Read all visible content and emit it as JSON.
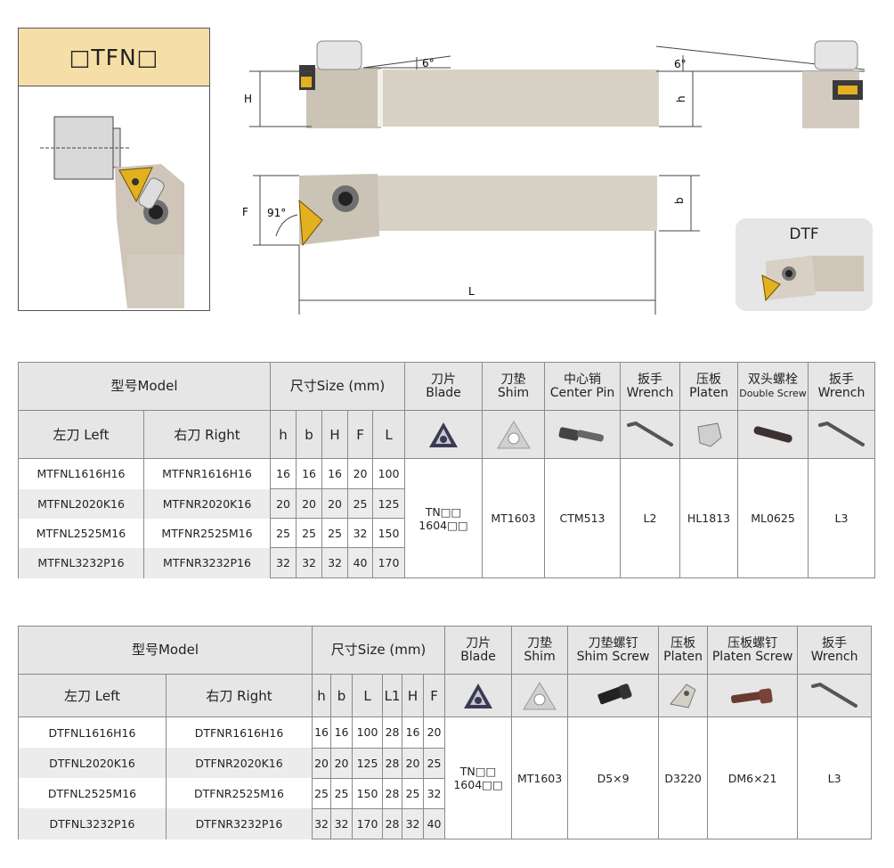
{
  "header": {
    "title": "□TFN□"
  },
  "dims": {
    "H": "H",
    "h": "h",
    "F": "F",
    "b": "b",
    "L": "L",
    "angle_top": "6°",
    "angle_side": "6°",
    "angle_lead": "91°"
  },
  "dtf_card": {
    "label": "DTF"
  },
  "table1": {
    "model_header": "型号Model",
    "size_header": "尺寸Size (mm)",
    "parts": [
      {
        "zh": "刀片",
        "en": "Blade"
      },
      {
        "zh": "刀垫",
        "en": "Shim"
      },
      {
        "zh": "中心销",
        "en": "Center Pin"
      },
      {
        "zh": "扳手",
        "en": "Wrench"
      },
      {
        "zh": "压板",
        "en": "Platen"
      },
      {
        "zh": "双头螺栓",
        "en": "Double Screw"
      },
      {
        "zh": "扳手",
        "en": "Wrench"
      }
    ],
    "left_header": "左刀 Left",
    "right_header": "右刀 Right",
    "size_cols": [
      "h",
      "b",
      "H",
      "F",
      "L"
    ],
    "rows": [
      {
        "left": "MTFNL1616H16",
        "right": "MTFNR1616H16",
        "sizes": [
          "16",
          "16",
          "16",
          "20",
          "100"
        ]
      },
      {
        "left": "MTFNL2020K16",
        "right": "MTFNR2020K16",
        "sizes": [
          "20",
          "20",
          "20",
          "25",
          "125"
        ]
      },
      {
        "left": "MTFNL2525M16",
        "right": "MTFNR2525M16",
        "sizes": [
          "25",
          "25",
          "25",
          "32",
          "150"
        ]
      },
      {
        "left": "MTFNL3232P16",
        "right": "MTFNR3232P16",
        "sizes": [
          "32",
          "32",
          "32",
          "40",
          "170"
        ]
      }
    ],
    "part_values": {
      "blade_1": "TN□□",
      "blade_2": "1604□□",
      "shim": "MT1603",
      "pin": "CTM513",
      "wrench": "L2",
      "platen": "HL1813",
      "screw": "ML0625",
      "wrench2": "L3"
    }
  },
  "table2": {
    "model_header": "型号Model",
    "size_header": "尺寸Size (mm)",
    "parts": [
      {
        "zh": "刀片",
        "en": "Blade"
      },
      {
        "zh": "刀垫",
        "en": "Shim"
      },
      {
        "zh": "刀垫螺钉",
        "en": "Shim Screw"
      },
      {
        "zh": "压板",
        "en": "Platen"
      },
      {
        "zh": "压板螺钉",
        "en": "Platen Screw"
      },
      {
        "zh": "扳手",
        "en": "Wrench"
      }
    ],
    "left_header": "左刀 Left",
    "right_header": "右刀 Right",
    "size_cols": [
      "h",
      "b",
      "L",
      "L1",
      "H",
      "F"
    ],
    "rows": [
      {
        "left": "DTFNL1616H16",
        "right": "DTFNR1616H16",
        "sizes": [
          "16",
          "16",
          "100",
          "28",
          "16",
          "20"
        ]
      },
      {
        "left": "DTFNL2020K16",
        "right": "DTFNR2020K16",
        "sizes": [
          "20",
          "20",
          "125",
          "28",
          "20",
          "25"
        ]
      },
      {
        "left": "DTFNL2525M16",
        "right": "DTFNR2525M16",
        "sizes": [
          "25",
          "25",
          "150",
          "28",
          "25",
          "32"
        ]
      },
      {
        "left": "DTFNL3232P16",
        "right": "DTFNR3232P16",
        "sizes": [
          "32",
          "32",
          "170",
          "28",
          "32",
          "40"
        ]
      }
    ],
    "part_values": {
      "blade_1": "TN□□",
      "blade_2": "1604□□",
      "shim": "MT1603",
      "shim_screw": "D5×9",
      "platen": "D3220",
      "platen_screw": "DM6×21",
      "wrench": "L3"
    }
  },
  "icons": [
    "triangle-insert-icon",
    "shim-icon",
    "center-pin-icon",
    "hex-wrench-icon",
    "platen-icon",
    "double-screw-icon",
    "shim-screw-icon",
    "platen-screw-icon"
  ],
  "colors": {
    "header_fill": "#f6dfa6",
    "table_header": "#e6e6e6",
    "row_alt": "#ececec",
    "insert_gold": "#e3b020"
  }
}
